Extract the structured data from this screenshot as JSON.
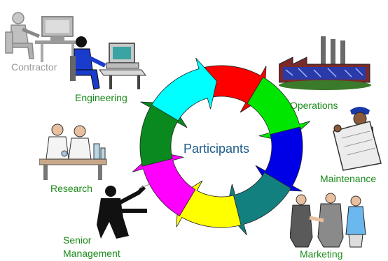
{
  "center_label": "Participants",
  "labels": {
    "contractor": "Contractor",
    "engineering": "Engineering",
    "operations": "Operations",
    "maintenance": "Maintenance",
    "research": "Research",
    "senior_line1": "Senior",
    "senior_line2": "Management",
    "marketing": "Marketing"
  },
  "cycle_colors": [
    "#ff0000",
    "#00e600",
    "#0000e6",
    "#138080",
    "#ffff00",
    "#ff00ff",
    "#0a8a1e",
    "#00ffff"
  ],
  "colors": {
    "label_green": "#1a8a1a",
    "label_gray": "#9a9a9a",
    "center_text": "#1c5a8a"
  },
  "icons": [
    "contractor-icon",
    "engineer-icon",
    "factory-icon",
    "maintenance-worker-icon",
    "research-scientists-icon",
    "senior-manager-icon",
    "marketing-team-icon"
  ]
}
